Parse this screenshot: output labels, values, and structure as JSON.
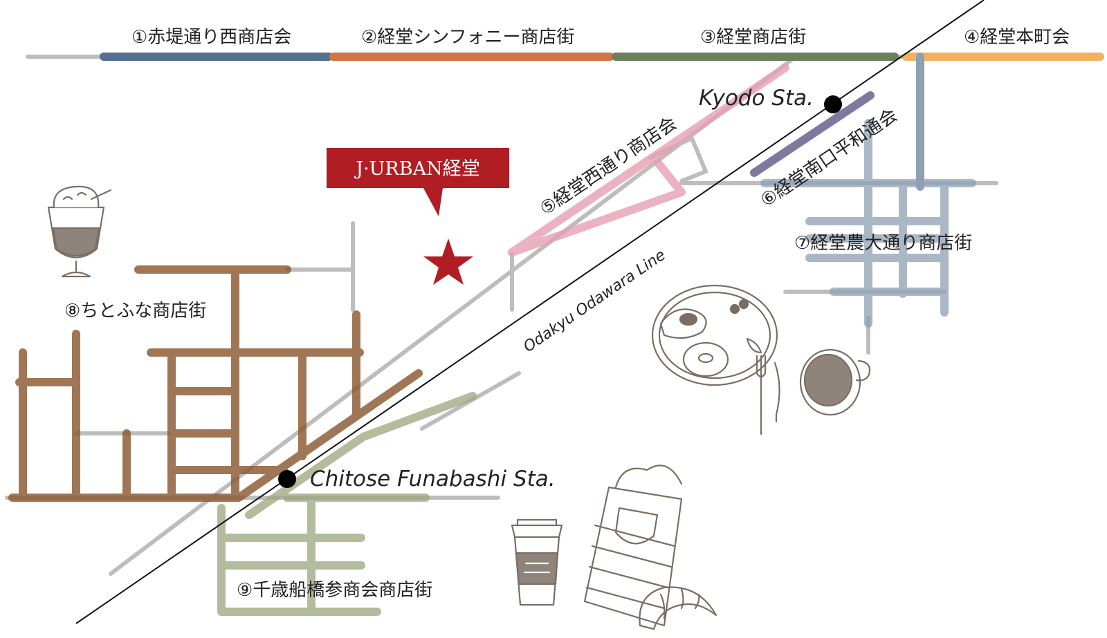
{
  "colors": {
    "street1": "#556f8e",
    "street2": "#d27548",
    "street3": "#6d7f5c",
    "street4": "#f0b25d",
    "street5": "#e5a0b4",
    "street6": "#6e6d93",
    "street7": "#8ea1b4",
    "street8": "#8c5a32",
    "street9": "#9aa77e",
    "pin": "#b01e24",
    "station": "#000000",
    "road": "#bdbdbd"
  },
  "streets": {
    "s1": "①赤堤通り西商店会",
    "s2": "②経堂シンフォニー商店街",
    "s3": "③経堂商店街",
    "s4": "④経堂本町会",
    "s5": "⑤経堂西通り商店会",
    "s6": "⑥経堂南口平和通会",
    "s7": "⑦経堂農大通り商店街",
    "s8": "⑧ちとふな商店街",
    "s9": "⑨千歳船橋参商会商店街"
  },
  "stations": {
    "kyodo": "Kyodo Sta.",
    "chitose": "Chitose Funabashi Sta."
  },
  "railway": "Odakyu Odawara Line",
  "property": {
    "label": "J·URBAN経堂",
    "marker_icon": "star-icon"
  },
  "illustrations": [
    "cream-soda-icon",
    "breakfast-plate-icon",
    "coffee-cup-icon",
    "takeaway-coffee-icon",
    "bakery-bag-icon",
    "croissant-icon"
  ]
}
